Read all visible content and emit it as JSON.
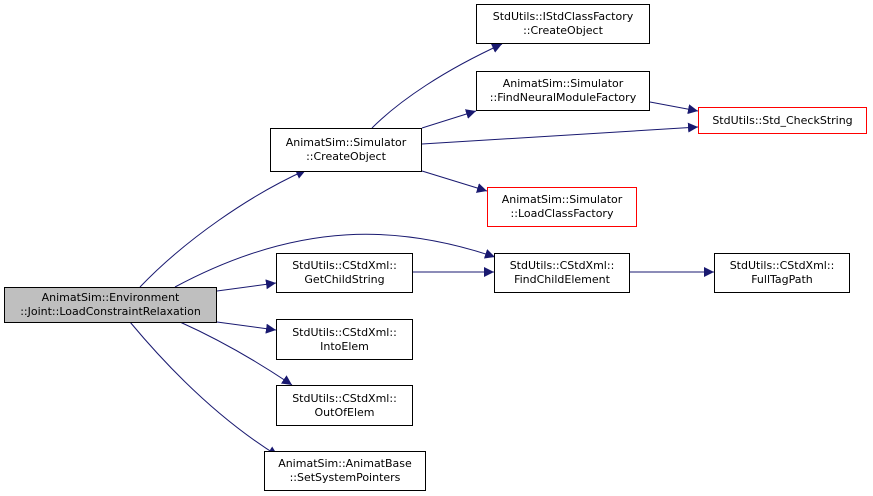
{
  "colors": {
    "edge": "#191970",
    "root_fill": "#bfbfbf",
    "node_border": "#000000",
    "missing_border": "#ff0000"
  },
  "nodes": {
    "root": [
      "AnimatSim::Environment",
      "::Joint::LoadConstraintRelaxation"
    ],
    "create_object": [
      "AnimatSim::Simulator",
      "::CreateObject"
    ],
    "istd_create_object": [
      "StdUtils::IStdClassFactory",
      "::CreateObject"
    ],
    "find_neural_module_factory": [
      "AnimatSim::Simulator",
      "::FindNeuralModuleFactory"
    ],
    "std_check_string": [
      "StdUtils::Std_CheckString"
    ],
    "load_class_factory": [
      "AnimatSim::Simulator",
      "::LoadClassFactory"
    ],
    "get_child_string": [
      "StdUtils::CStdXml::",
      "GetChildString"
    ],
    "find_child_element": [
      "StdUtils::CStdXml::",
      "FindChildElement"
    ],
    "full_tag_path": [
      "StdUtils::CStdXml::",
      "FullTagPath"
    ],
    "into_elem": [
      "StdUtils::CStdXml::",
      "IntoElem"
    ],
    "out_of_elem": [
      "StdUtils::CStdXml::",
      "OutOfElem"
    ],
    "set_system_pointers": [
      "AnimatSim::AnimatBase",
      "::SetSystemPointers"
    ]
  }
}
